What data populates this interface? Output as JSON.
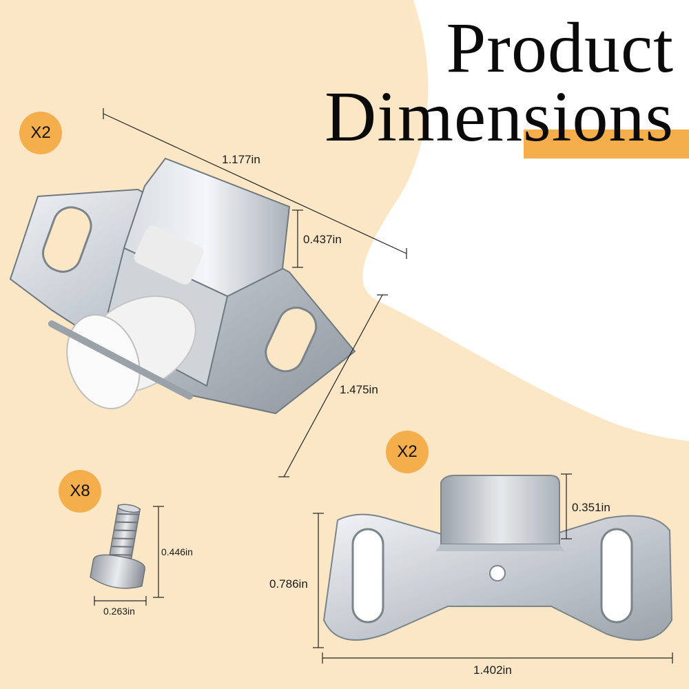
{
  "title": {
    "line1": "Product",
    "line2": "Dimensions"
  },
  "colors": {
    "background_cream": "#fbe7c6",
    "accent_orange": "#f5ae4c",
    "metal": "#c9ced4",
    "roller": "#f2f2f2"
  },
  "parts": {
    "roller_catch": {
      "quantity": "X2",
      "length": "1.177in",
      "height": "0.437in",
      "width": "1.475in"
    },
    "screw": {
      "quantity": "X8",
      "length": "0.446in",
      "head_diameter": "0.263in"
    },
    "strike_plate": {
      "quantity": "X2",
      "tab_height": "0.351in",
      "plate_height": "0.786in",
      "plate_width": "1.402in"
    }
  }
}
